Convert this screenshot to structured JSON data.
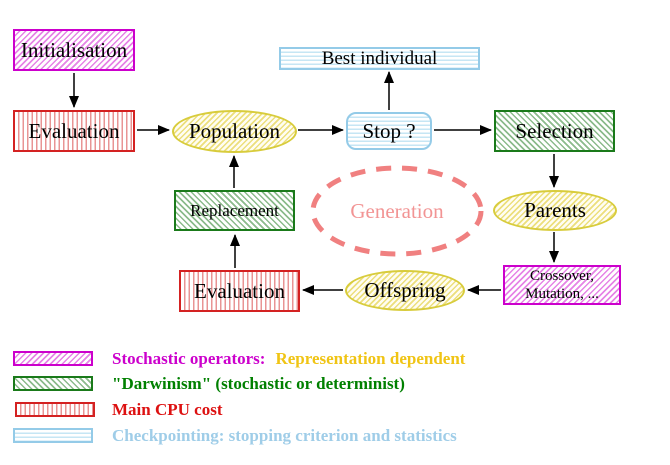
{
  "diagram": {
    "nodes": {
      "initialisation": {
        "label": "Initialisation"
      },
      "evaluation_top": {
        "label": "Evaluation"
      },
      "population": {
        "label": "Population"
      },
      "best_individual": {
        "label": "Best individual"
      },
      "stop": {
        "label": "Stop ?"
      },
      "selection": {
        "label": "Selection"
      },
      "parents": {
        "label": "Parents"
      },
      "crossover": {
        "line1": "Crossover,",
        "line2": "Mutation, ..."
      },
      "offspring": {
        "label": "Offspring"
      },
      "evaluation_bottom": {
        "label": "Evaluation"
      },
      "replacement": {
        "label": "Replacement"
      },
      "generation": {
        "label": "Generation"
      }
    },
    "colors": {
      "stochastic_operators_border": "#cc00cc",
      "darwinism_border": "#1a7a1a",
      "main_cpu_cost_border": "#d42222",
      "checkpointing_border": "#94cbe8",
      "state_ellipse_border": "#d8cc3c",
      "generation_cycle": "#f08080",
      "representation_dependent_text": "#f0c414",
      "arrow": "#000000"
    }
  },
  "legend": {
    "stochastic": {
      "swatch": "magenta-diagonal-hatch",
      "label": "Stochastic operators:",
      "label_secondary": "Representation dependent"
    },
    "darwinism": {
      "swatch": "green-diagonal-hatch",
      "label": "\"Darwinism\" (stochastic or determinist)"
    },
    "cpu": {
      "swatch": "red-vertical-hatch",
      "label": "Main CPU cost"
    },
    "checkpointing": {
      "swatch": "cyan-horizontal-hatch",
      "label": "Checkpointing: stopping criterion and statistics"
    }
  }
}
